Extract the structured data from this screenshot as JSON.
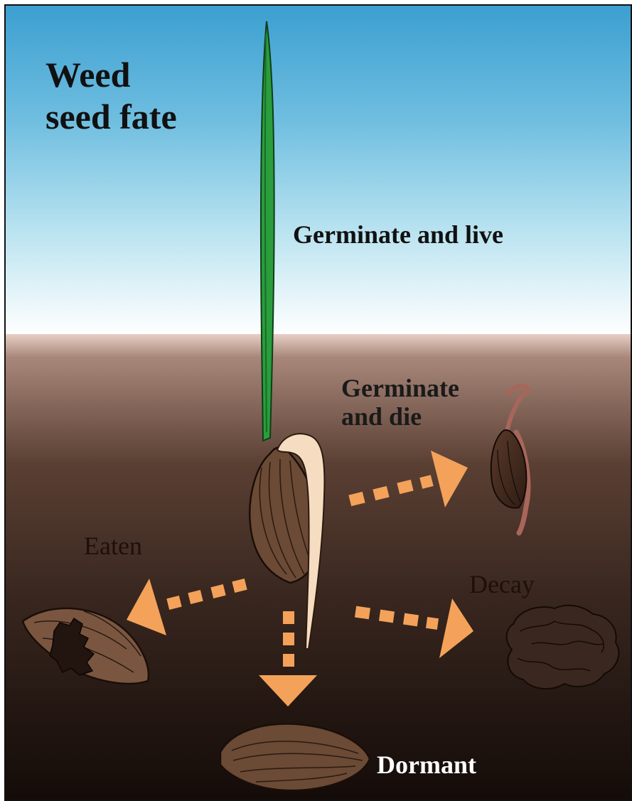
{
  "title": {
    "line1": "Weed",
    "line2": "seed fate"
  },
  "labels": {
    "germinate_live": "Germinate and live",
    "germinate_die_line1": "Germinate",
    "germinate_die_line2": "and die",
    "eaten": "Eaten",
    "decay": "Decay",
    "dormant": "Dormant"
  },
  "colors": {
    "sky_top": "#3c9fd0",
    "soil_dark": "#241712",
    "arrow": "#f4a25a",
    "shoot": "#2a9d3c",
    "seed": "#6b4a36",
    "radicle": "#f6dcc0"
  }
}
